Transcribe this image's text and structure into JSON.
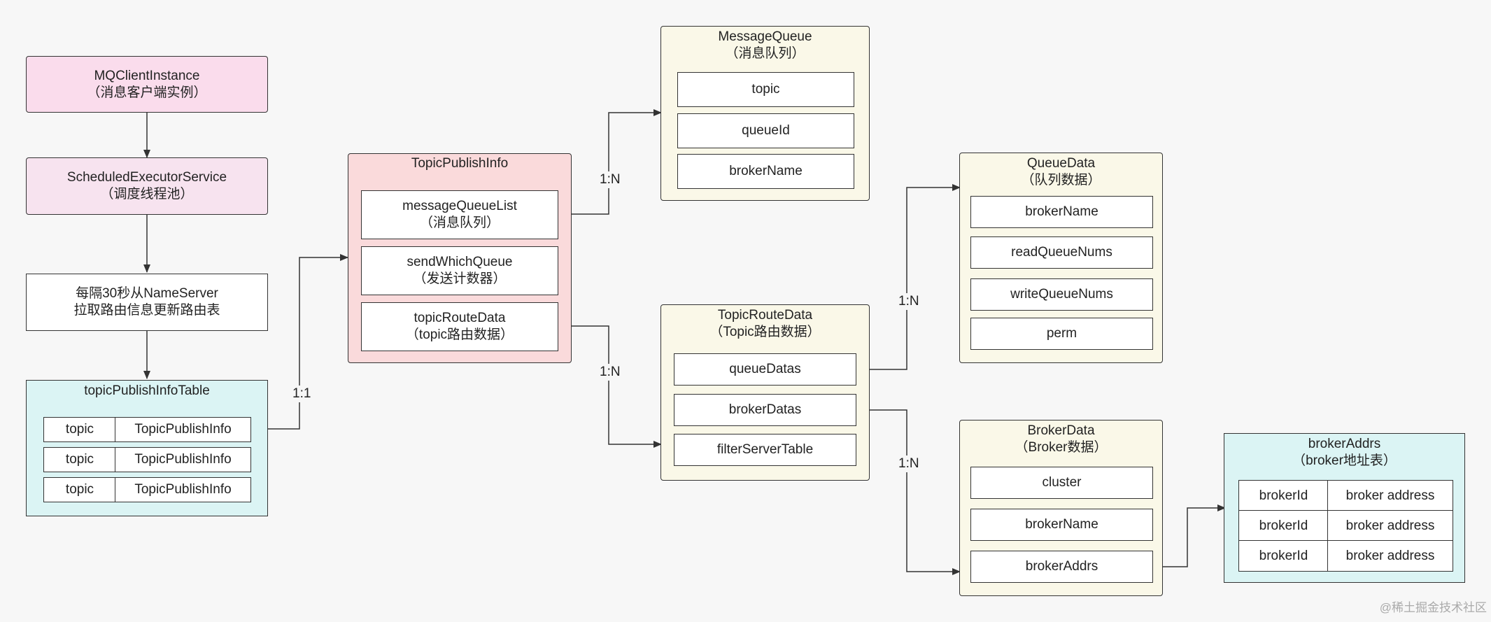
{
  "client": {
    "name": "MQClientInstance\n（消息客户端实例）"
  },
  "scheduler": {
    "name": "ScheduledExecutorService\n（调度线程池）"
  },
  "refresh": {
    "text": "每隔30秒从NameServer\n拉取路由信息更新路由表"
  },
  "table": {
    "title": "topicPublishInfoTable",
    "rows": [
      {
        "key": "topic",
        "value": "TopicPublishInfo"
      },
      {
        "key": "topic",
        "value": "TopicPublishInfo"
      },
      {
        "key": "topic",
        "value": "TopicPublishInfo"
      }
    ]
  },
  "publish_info": {
    "title": "TopicPublishInfo",
    "fields": [
      "messageQueueList\n（消息队列）",
      "sendWhichQueue\n（发送计数器）",
      "topicRouteData\n（topic路由数据）"
    ]
  },
  "message_queue": {
    "title": "MessageQueue\n（消息队列）",
    "fields": [
      "topic",
      "queueId",
      "brokerName"
    ]
  },
  "route_data": {
    "title": "TopicRouteData\n（Topic路由数据）",
    "fields": [
      "queueDatas",
      "brokerDatas",
      "filterServerTable"
    ]
  },
  "queue_data": {
    "title": "QueueData\n（队列数据）",
    "fields": [
      "brokerName",
      "readQueueNums",
      "writeQueueNums",
      "perm"
    ]
  },
  "broker_data": {
    "title": "BrokerData\n（Broker数据）",
    "fields": [
      "cluster",
      "brokerName",
      "brokerAddrs"
    ]
  },
  "broker_addrs": {
    "title": "brokerAddrs\n（broker地址表）",
    "rows": [
      {
        "key": "brokerId",
        "value": "broker address"
      },
      {
        "key": "brokerId",
        "value": "broker address"
      },
      {
        "key": "brokerId",
        "value": "broker address"
      }
    ]
  },
  "edge_labels": {
    "one_to_one": "1:1",
    "mq_list": "1:N",
    "route": "1:N",
    "queue_datas": "1:N",
    "broker_datas": "1:N"
  },
  "watermark": "@稀土掘金技术社区"
}
